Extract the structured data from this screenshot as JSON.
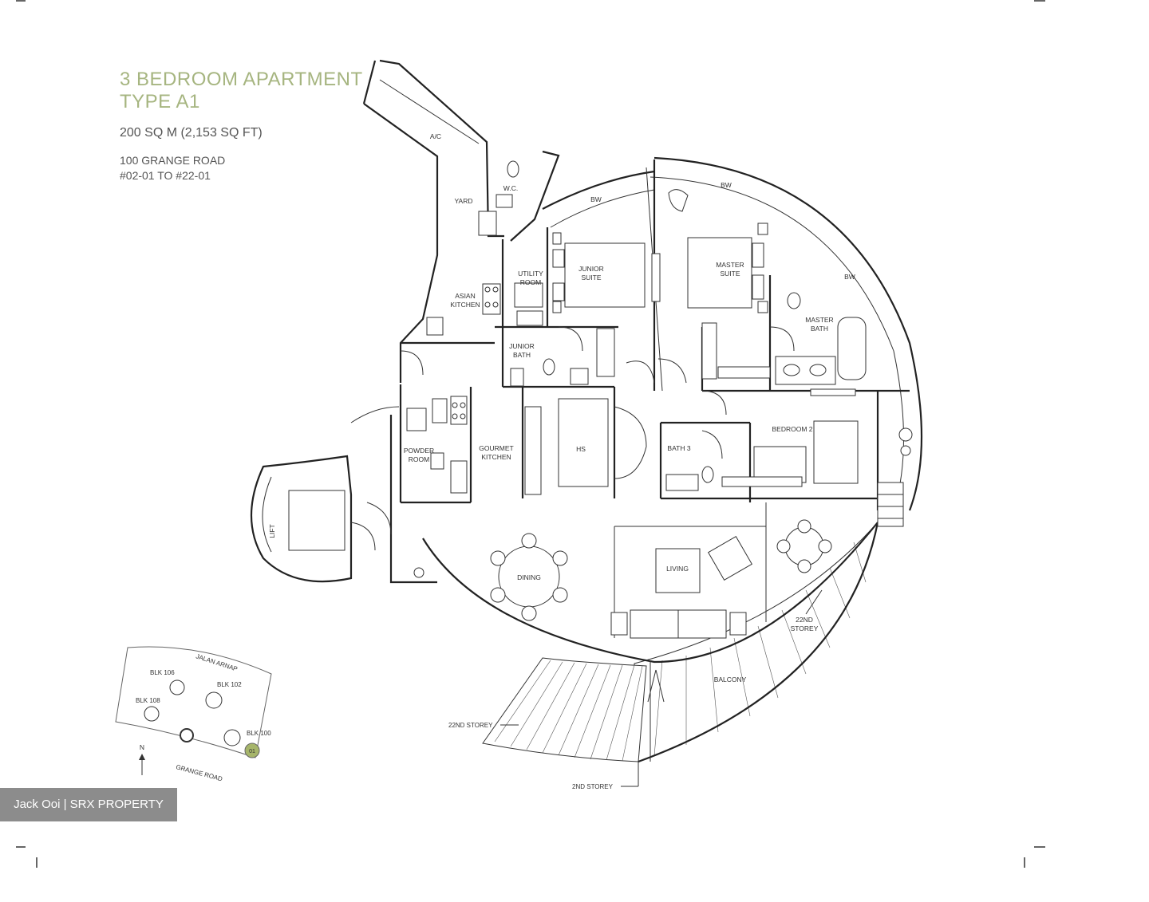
{
  "title": {
    "line1": "3 BEDROOM APARTMENT",
    "line2": "TYPE A1",
    "area": "200 SQ M (2,153 SQ FT)",
    "address_line1": "100 GRANGE ROAD",
    "address_line2": "#02-01 TO #22-01"
  },
  "rooms": {
    "ac": "A/C",
    "yard": "YARD",
    "wc": "W.C.",
    "utility_1": "UTILITY",
    "utility_2": "ROOM",
    "asian_kitchen_1": "ASIAN",
    "asian_kitchen_2": "KITCHEN",
    "junior_suite_1": "JUNIOR",
    "junior_suite_2": "SUITE",
    "junior_bath_1": "JUNIOR",
    "junior_bath_2": "BATH",
    "master_suite_1": "MASTER",
    "master_suite_2": "SUITE",
    "master_bath_1": "MASTER",
    "master_bath_2": "BATH",
    "bw1": "BW",
    "bw2": "BW",
    "bw3": "BW",
    "powder_1": "POWDER",
    "powder_2": "ROOM",
    "gourmet_1": "GOURMET",
    "gourmet_2": "KITCHEN",
    "hs": "HS",
    "bath3": "BATH 3",
    "bedroom2": "BEDROOM 2",
    "dining": "DINING",
    "living": "LIVING",
    "balcony": "BALCONY",
    "storey22_a": "22ND",
    "storey22_b": "STOREY",
    "storey22_label": "22ND STOREY",
    "storey2_label": "2ND STOREY",
    "lift": "LIFT"
  },
  "keyplan": {
    "road_top": "JALAN ARNAP",
    "road_bottom": "GRANGE ROAD",
    "blk106": "BLK 106",
    "blk102": "BLK 102",
    "blk108": "BLK 108",
    "blk100": "BLK 100",
    "unit": "01",
    "north": "N"
  },
  "watermark": "Jack Ooi | SRX PROPERTY",
  "colors": {
    "title": "#a6b580",
    "unit_marker": "#a6b56a",
    "watermark_bg": "#8c8c8c"
  }
}
